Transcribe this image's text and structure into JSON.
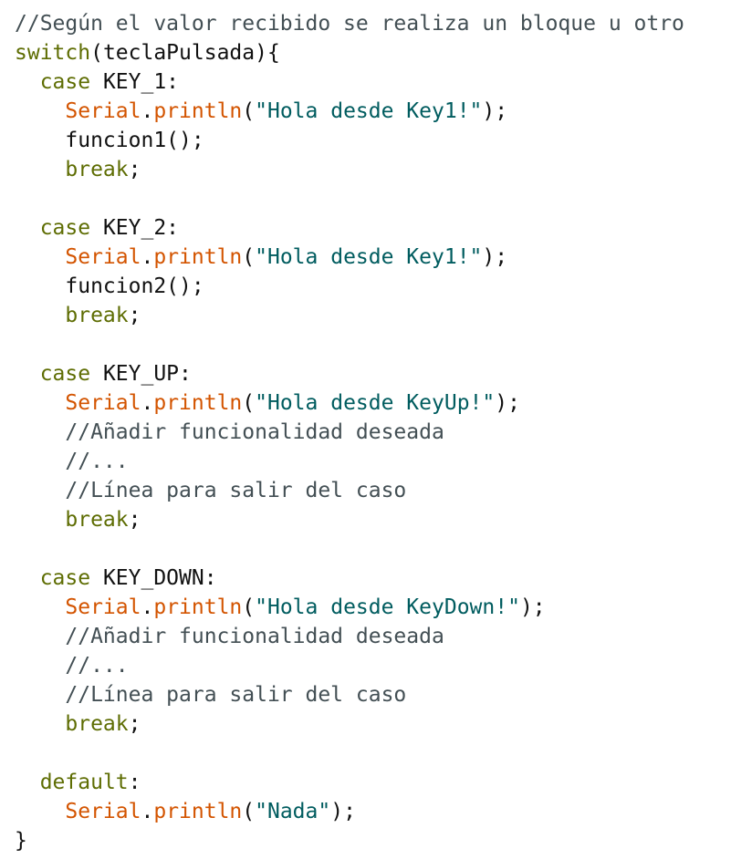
{
  "code": {
    "colors": {
      "comment": "#434f54",
      "keyword": "#5e6d03",
      "class": "#d35400",
      "method": "#d35400",
      "string": "#005c5f",
      "plain": "#111111",
      "background": "#ffffff"
    },
    "lines": [
      [
        {
          "t": "comment",
          "v": "//Según el valor recibido se realiza un bloque u otro"
        }
      ],
      [
        {
          "t": "keyword",
          "v": "switch"
        },
        {
          "t": "plain",
          "v": "(teclaPulsada){"
        }
      ],
      [
        {
          "t": "plain",
          "v": "  "
        },
        {
          "t": "keyword",
          "v": "case"
        },
        {
          "t": "plain",
          "v": " KEY_1:"
        }
      ],
      [
        {
          "t": "plain",
          "v": "    "
        },
        {
          "t": "class",
          "v": "Serial"
        },
        {
          "t": "plain",
          "v": "."
        },
        {
          "t": "method",
          "v": "println"
        },
        {
          "t": "plain",
          "v": "("
        },
        {
          "t": "string",
          "v": "\"Hola desde Key1!\""
        },
        {
          "t": "plain",
          "v": ");"
        }
      ],
      [
        {
          "t": "plain",
          "v": "    funcion1();"
        }
      ],
      [
        {
          "t": "plain",
          "v": "    "
        },
        {
          "t": "keyword",
          "v": "break"
        },
        {
          "t": "plain",
          "v": ";"
        }
      ],
      [],
      [
        {
          "t": "plain",
          "v": "  "
        },
        {
          "t": "keyword",
          "v": "case"
        },
        {
          "t": "plain",
          "v": " KEY_2:"
        }
      ],
      [
        {
          "t": "plain",
          "v": "    "
        },
        {
          "t": "class",
          "v": "Serial"
        },
        {
          "t": "plain",
          "v": "."
        },
        {
          "t": "method",
          "v": "println"
        },
        {
          "t": "plain",
          "v": "("
        },
        {
          "t": "string",
          "v": "\"Hola desde Key1!\""
        },
        {
          "t": "plain",
          "v": ");"
        }
      ],
      [
        {
          "t": "plain",
          "v": "    funcion2();"
        }
      ],
      [
        {
          "t": "plain",
          "v": "    "
        },
        {
          "t": "keyword",
          "v": "break"
        },
        {
          "t": "plain",
          "v": ";"
        }
      ],
      [],
      [
        {
          "t": "plain",
          "v": "  "
        },
        {
          "t": "keyword",
          "v": "case"
        },
        {
          "t": "plain",
          "v": " KEY_UP:"
        }
      ],
      [
        {
          "t": "plain",
          "v": "    "
        },
        {
          "t": "class",
          "v": "Serial"
        },
        {
          "t": "plain",
          "v": "."
        },
        {
          "t": "method",
          "v": "println"
        },
        {
          "t": "plain",
          "v": "("
        },
        {
          "t": "string",
          "v": "\"Hola desde KeyUp!\""
        },
        {
          "t": "plain",
          "v": ");"
        }
      ],
      [
        {
          "t": "plain",
          "v": "    "
        },
        {
          "t": "comment",
          "v": "//Añadir funcionalidad deseada"
        }
      ],
      [
        {
          "t": "plain",
          "v": "    "
        },
        {
          "t": "comment",
          "v": "//..."
        }
      ],
      [
        {
          "t": "plain",
          "v": "    "
        },
        {
          "t": "comment",
          "v": "//Línea para salir del caso"
        }
      ],
      [
        {
          "t": "plain",
          "v": "    "
        },
        {
          "t": "keyword",
          "v": "break"
        },
        {
          "t": "plain",
          "v": ";"
        }
      ],
      [],
      [
        {
          "t": "plain",
          "v": "  "
        },
        {
          "t": "keyword",
          "v": "case"
        },
        {
          "t": "plain",
          "v": " KEY_DOWN:"
        }
      ],
      [
        {
          "t": "plain",
          "v": "    "
        },
        {
          "t": "class",
          "v": "Serial"
        },
        {
          "t": "plain",
          "v": "."
        },
        {
          "t": "method",
          "v": "println"
        },
        {
          "t": "plain",
          "v": "("
        },
        {
          "t": "string",
          "v": "\"Hola desde KeyDown!\""
        },
        {
          "t": "plain",
          "v": ");"
        }
      ],
      [
        {
          "t": "plain",
          "v": "    "
        },
        {
          "t": "comment",
          "v": "//Añadir funcionalidad deseada"
        }
      ],
      [
        {
          "t": "plain",
          "v": "    "
        },
        {
          "t": "comment",
          "v": "//..."
        }
      ],
      [
        {
          "t": "plain",
          "v": "    "
        },
        {
          "t": "comment",
          "v": "//Línea para salir del caso"
        }
      ],
      [
        {
          "t": "plain",
          "v": "    "
        },
        {
          "t": "keyword",
          "v": "break"
        },
        {
          "t": "plain",
          "v": ";"
        }
      ],
      [],
      [
        {
          "t": "plain",
          "v": "  "
        },
        {
          "t": "keyword",
          "v": "default"
        },
        {
          "t": "plain",
          "v": ":"
        }
      ],
      [
        {
          "t": "plain",
          "v": "    "
        },
        {
          "t": "class",
          "v": "Serial"
        },
        {
          "t": "plain",
          "v": "."
        },
        {
          "t": "method",
          "v": "println"
        },
        {
          "t": "plain",
          "v": "("
        },
        {
          "t": "string",
          "v": "\"Nada\""
        },
        {
          "t": "plain",
          "v": ");"
        }
      ],
      [
        {
          "t": "plain",
          "v": "}"
        }
      ]
    ]
  }
}
